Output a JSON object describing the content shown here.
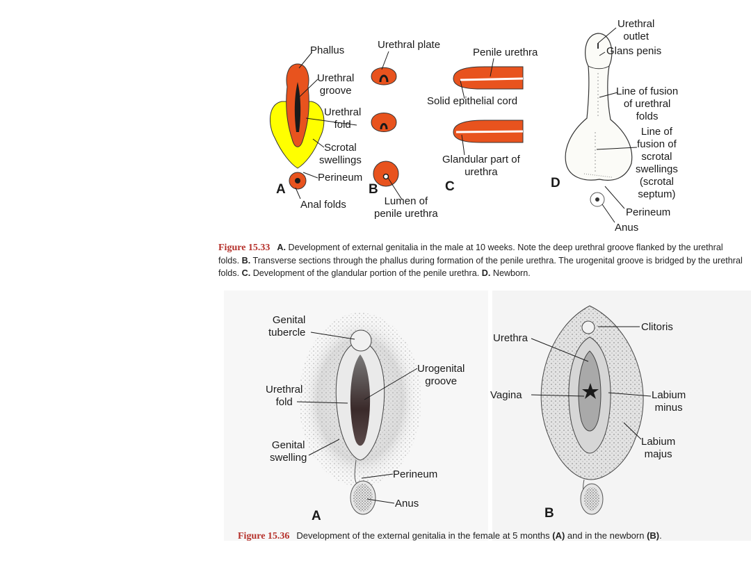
{
  "figure_top": {
    "panel_a": {
      "letter": "A",
      "labels": {
        "phallus": "Phallus",
        "urethral_groove": "Urethral\ngroove",
        "urethral_fold": "Urethral\nfold",
        "scrotal_swellings": "Scrotal\nswellings",
        "perineum": "Perineum",
        "anal_folds": "Anal folds"
      }
    },
    "panel_b": {
      "letter": "B",
      "labels": {
        "urethral_plate": "Urethral plate",
        "lumen": "Lumen of\npenile urethra"
      }
    },
    "panel_c": {
      "letter": "C",
      "labels": {
        "penile_urethra": "Penile urethra",
        "solid_cord": "Solid epithelial cord",
        "glandular_part": "Glandular part of\nurethra"
      }
    },
    "panel_d": {
      "letter": "D",
      "labels": {
        "urethral_outlet": "Urethral\noutlet",
        "glans_penis": "Glans penis",
        "line_fusion_folds": "Line of fusion\nof urethral\nfolds",
        "line_fusion_scrotal": "Line of\nfusion of\nscrotal\nswellings\n(scrotal\nseptum)",
        "perineum": "Perineum",
        "anus": "Anus"
      }
    },
    "caption": {
      "fig_num": "Figure 15.33",
      "a_key": "A.",
      "a_text": " Development of external genitalia in the male at 10 weeks. Note the deep urethral groove flanked by the urethral folds. ",
      "b_key": "B.",
      "b_text": " Transverse sections through the phallus during formation of the penile urethra. The urogenital groove is bridged by the urethral folds. ",
      "c_key": "C.",
      "c_text": " Development of the glandular portion of the penile urethra. ",
      "d_key": "D.",
      "d_text": " Newborn."
    }
  },
  "figure_bottom": {
    "panel_a": {
      "letter": "A",
      "labels": {
        "genital_tubercle": "Genital\ntubercle",
        "urogenital_groove": "Urogenital\ngroove",
        "urethral_fold": "Urethral\nfold",
        "genital_swelling": "Genital\nswelling",
        "perineum": "Perineum",
        "anus": "Anus"
      }
    },
    "panel_b": {
      "letter": "B",
      "labels": {
        "clitoris": "Clitoris",
        "urethra": "Urethra",
        "vagina": "Vagina",
        "labium_minus": "Labium\nminus",
        "labium_majus": "Labium\nmajus"
      }
    },
    "caption": {
      "fig_num": "Figure 15.36",
      "text_1": "Development of the external genitalia in the female at 5 months ",
      "key_a": "(A)",
      "text_2": " and in the newborn ",
      "key_b": "(B)",
      "text_3": "."
    }
  },
  "colors": {
    "orange": "#e8531e",
    "yellow": "#ffff00",
    "caption_red": "#b5302a"
  }
}
